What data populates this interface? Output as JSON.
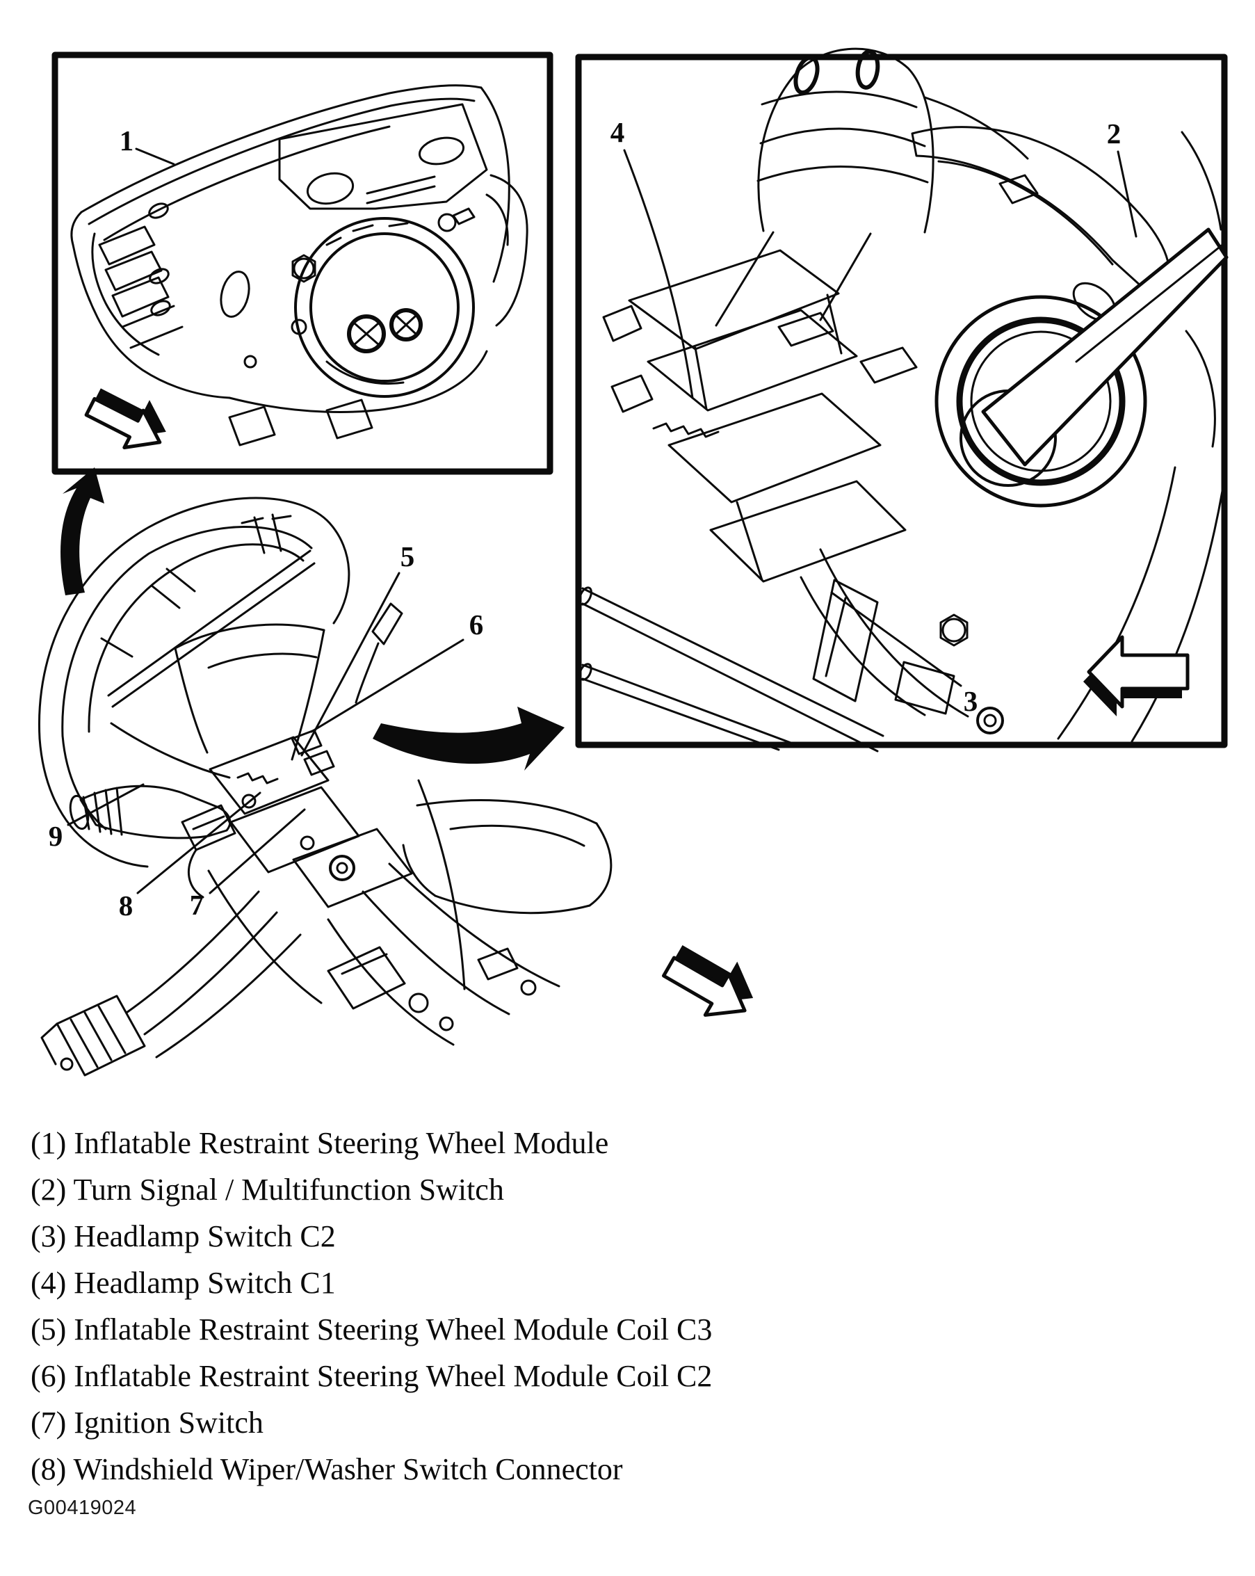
{
  "figure": {
    "id": "G00419024"
  },
  "callouts": {
    "n1": "1",
    "n2": "2",
    "n3": "3",
    "n4": "4",
    "n5": "5",
    "n6": "6",
    "n7": "7",
    "n8": "8",
    "n9": "9"
  },
  "legend": {
    "items": [
      "(1) Inflatable Restraint Steering Wheel Module",
      "(2) Turn Signal / Multifunction Switch",
      "(3) Headlamp Switch C2",
      "(4) Headlamp Switch C1",
      "(5) Inflatable Restraint Steering Wheel Module Coil C3",
      "(6) Inflatable Restraint Steering Wheel Module Coil C2",
      "(7) Ignition Switch",
      "(8) Windshield Wiper/Washer Switch Connector"
    ]
  }
}
